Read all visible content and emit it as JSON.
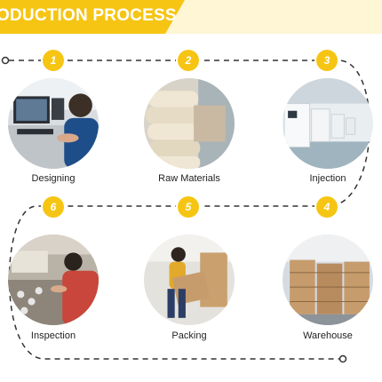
{
  "banner": {
    "title": "ODUCTION PROCESS"
  },
  "colors": {
    "accent": "#f6c514",
    "banner_bg": "#fff6d6",
    "path": "#333333"
  },
  "steps": [
    {
      "number": "1",
      "label": "Designing"
    },
    {
      "number": "2",
      "label": "Raw Materials"
    },
    {
      "number": "3",
      "label": "Injection"
    },
    {
      "number": "4",
      "label": "Warehouse"
    },
    {
      "number": "5",
      "label": "Packing"
    },
    {
      "number": "6",
      "label": "Inspection"
    }
  ]
}
